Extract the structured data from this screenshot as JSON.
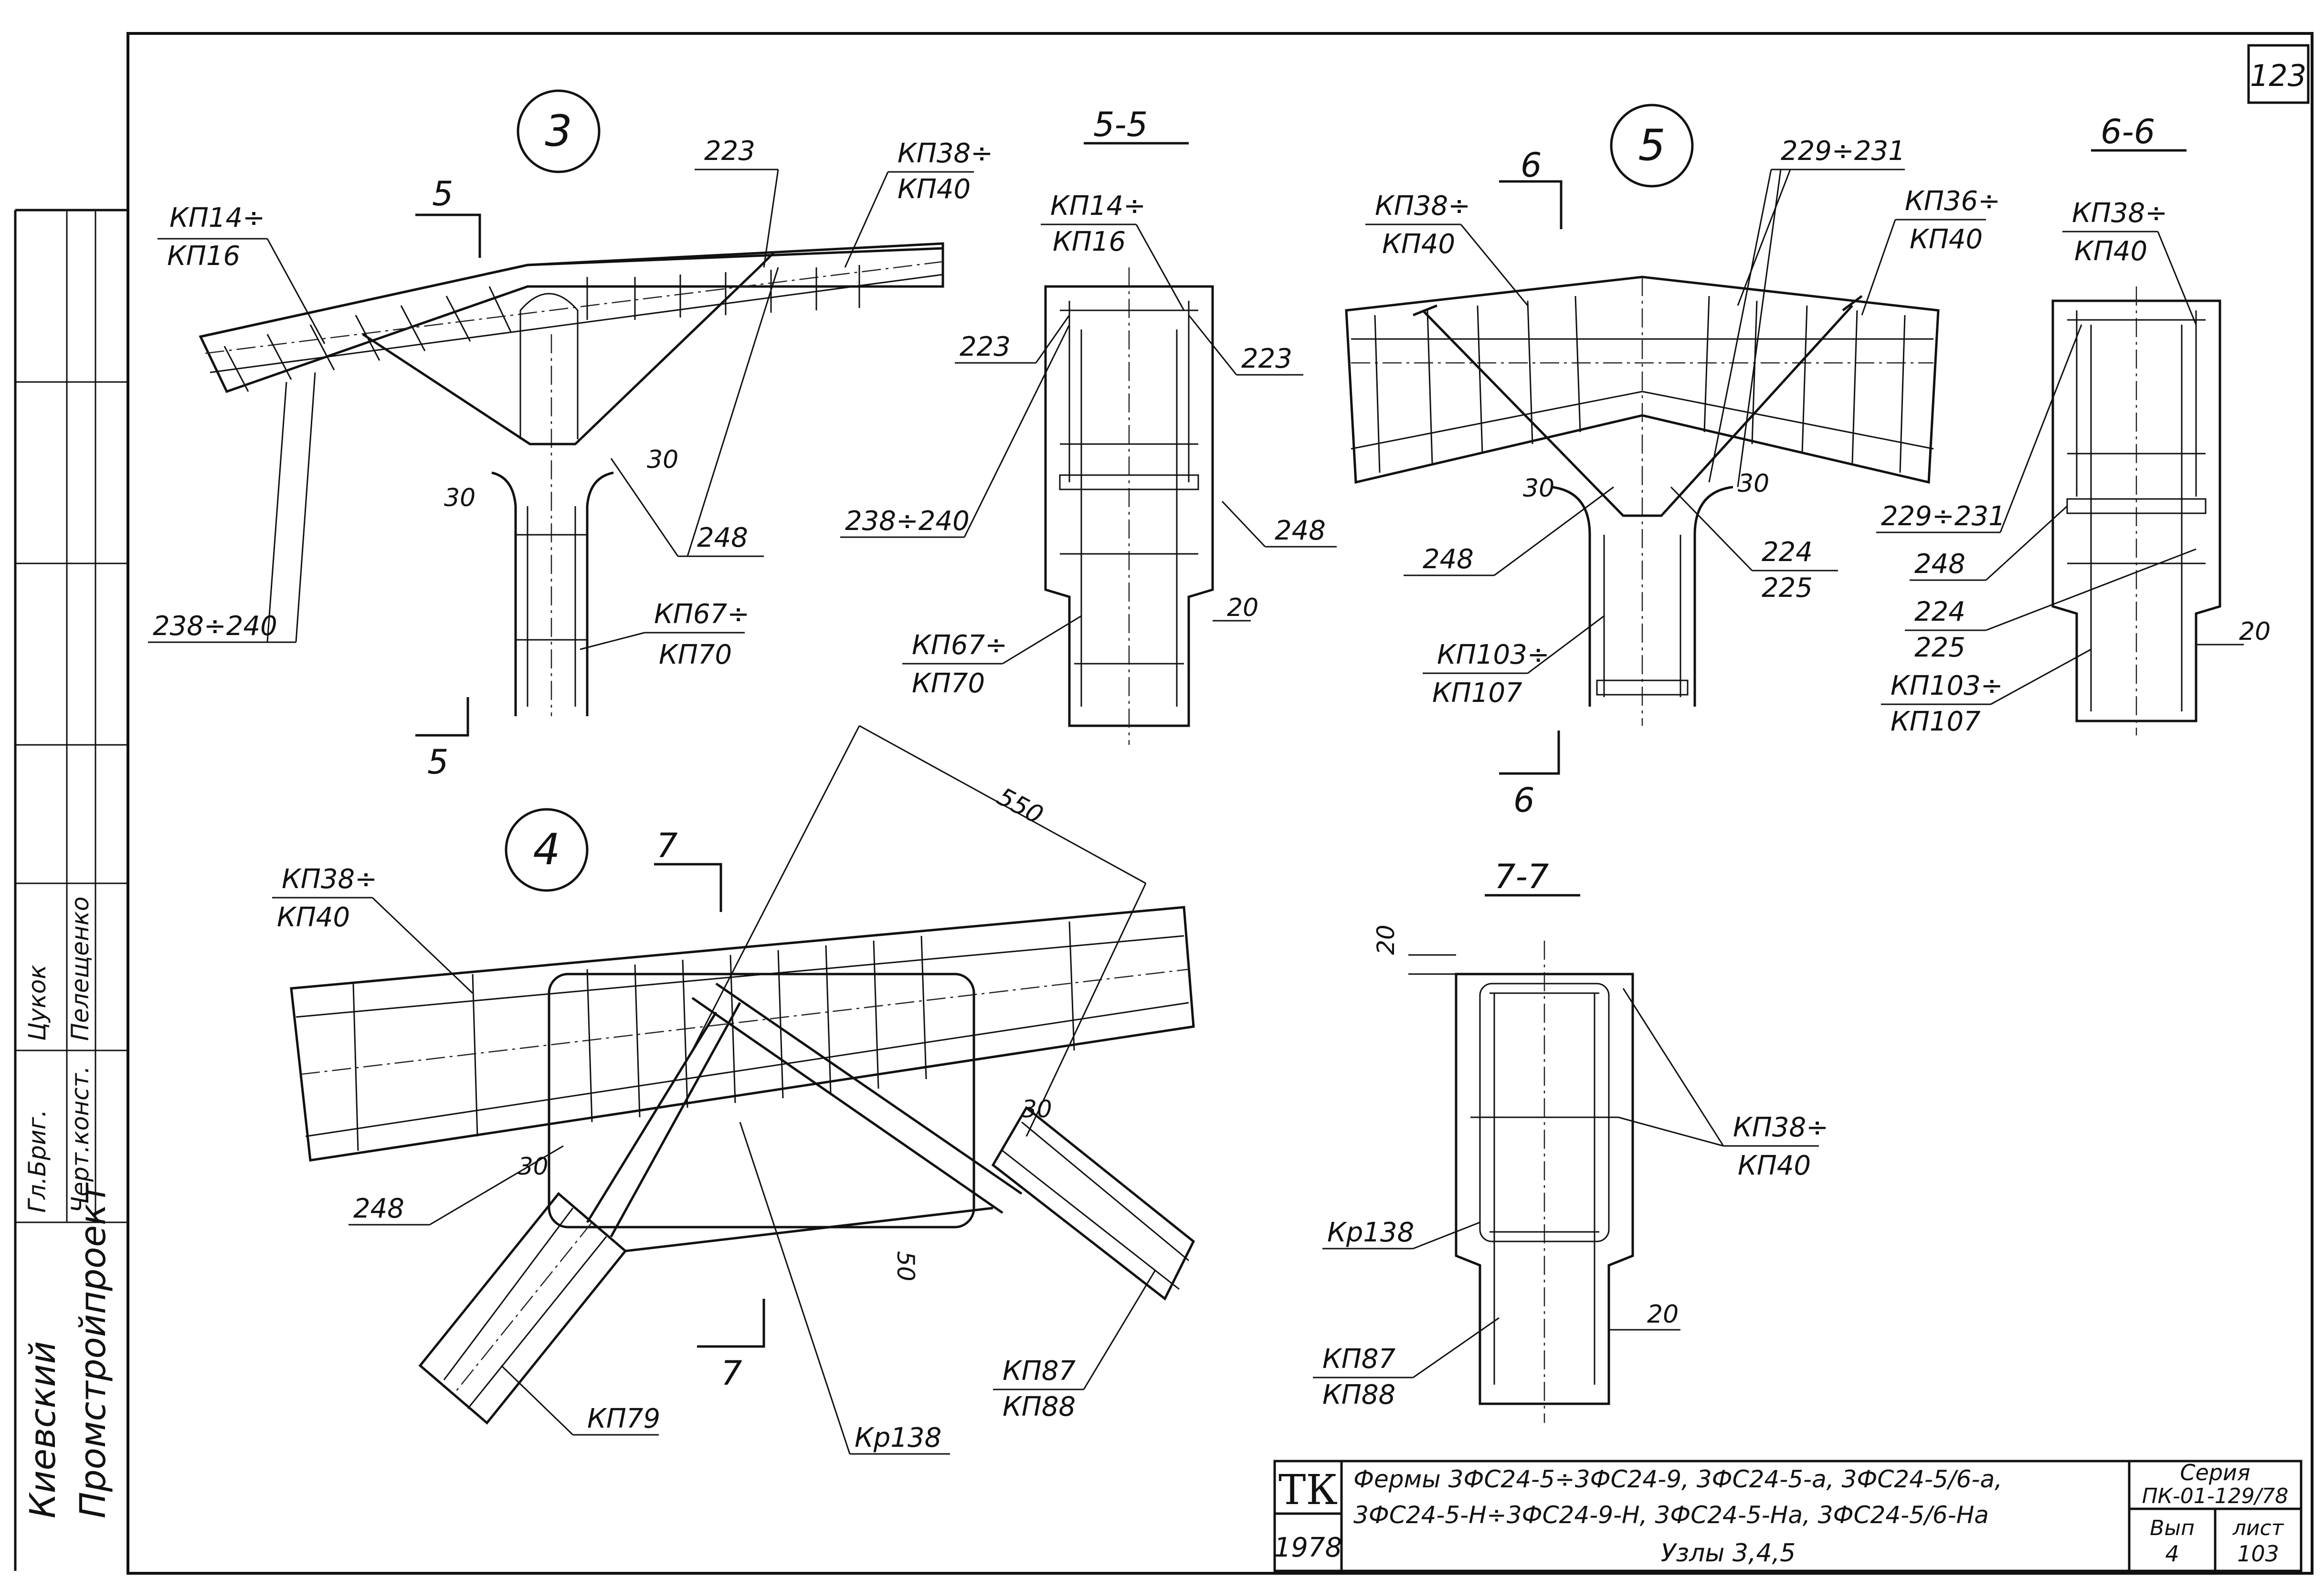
{
  "sheet": {
    "page_number": "123",
    "organization_line1": "Киевский",
    "organization_line2": "Промстройпроект",
    "signatures": [
      {
        "role": "Гл.Бриг.",
        "name": "Цукок"
      },
      {
        "role": "Черт.конст.",
        "name": "Пелещенко"
      }
    ]
  },
  "views": {
    "node3": {
      "number": "3",
      "cut_label": "5",
      "labels": {
        "top_left_1": "КП14÷",
        "top_left_2": "КП16",
        "top_center": "223",
        "top_right_1": "КП38÷",
        "top_right_2": "КП40",
        "angle_left": "30",
        "angle_right": "30",
        "bar_248": "248",
        "bottom_left": "238÷240",
        "bottom_right_1": "КП67÷",
        "bottom_right_2": "КП70"
      }
    },
    "section55": {
      "title": "5-5",
      "labels": {
        "top_1": "КП14÷",
        "top_2": "КП16",
        "left_223": "223",
        "right_223": "223",
        "left_range": "238÷240",
        "right_248": "248",
        "dim": "20",
        "bottom_1": "КП67÷",
        "bottom_2": "КП70"
      }
    },
    "node5": {
      "number": "5",
      "cut_label": "6",
      "labels": {
        "top_left_1": "КП38÷",
        "top_left_2": "КП40",
        "top_center": "229÷231",
        "top_right_1": "КП36÷",
        "top_right_2": "КП40",
        "angle_left": "30",
        "angle_right": "30",
        "bar_248": "248",
        "bar_224": "224",
        "bar_225": "225",
        "bottom_1": "КП103÷",
        "bottom_2": "КП107"
      }
    },
    "section66": {
      "title": "6-6",
      "labels": {
        "top_1": "КП38÷",
        "top_2": "КП40",
        "range": "229÷231",
        "bar_248": "248",
        "bar_224": "224",
        "bar_225": "225",
        "dim": "20",
        "bottom_1": "КП103÷",
        "bottom_2": "КП107"
      }
    },
    "node4": {
      "number": "4",
      "cut_label": "7",
      "labels": {
        "top_left_1": "КП38÷",
        "top_left_2": "КП40",
        "dim_550": "550",
        "angle_left": "30",
        "angle_right": "30",
        "dim_50": "50",
        "bar_248": "248",
        "bottom_left": "КП79",
        "bottom_center": "Кр138",
        "bottom_right_1": "КП87",
        "bottom_right_2": "КП88"
      }
    },
    "section77": {
      "title": "7-7",
      "labels": {
        "dim_top": "20",
        "dim_bottom": "20",
        "right_1": "КП38÷",
        "right_2": "КП40",
        "left_kr": "Кр138",
        "bottom_1": "КП87",
        "bottom_2": "КП88"
      }
    }
  },
  "title_block": {
    "tk": "ТК",
    "year": "1978",
    "title_line1": "Фермы 3ФС24-5÷3ФС24-9, 3ФС24-5-а, 3ФС24-5/6-а,",
    "title_line2": "3ФС24-5-Н÷3ФС24-9-Н, 3ФС24-5-На, 3ФС24-5/6-На",
    "title_line3": "Узлы 3,4,5",
    "series_label": "Серия",
    "series_value": "ПК-01-129/78",
    "issue_label": "Вып",
    "issue_value": "4",
    "sheet_label": "лист",
    "sheet_value": "103"
  }
}
